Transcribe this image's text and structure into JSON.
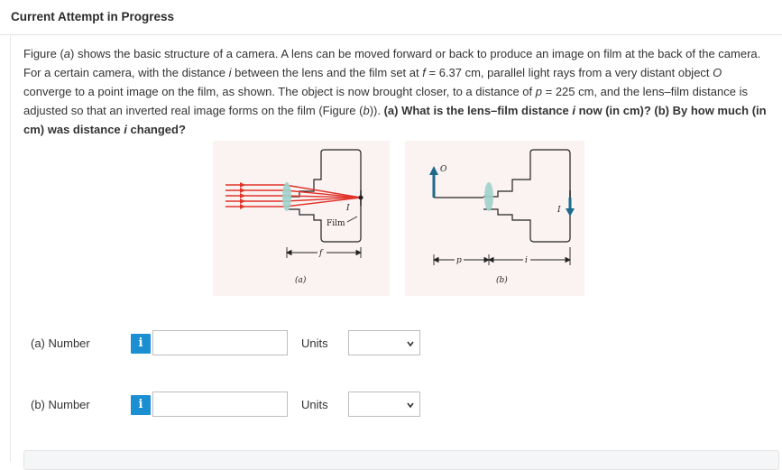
{
  "header": {
    "title": "Current Attempt in Progress"
  },
  "question": {
    "s1": "Figure (",
    "s2": "a",
    "s3": ") shows the basic structure of a camera. A lens can be moved forward or back to produce an image on film at the back of the camera. For a certain camera, with the distance ",
    "s4": "i",
    "s5": " between the lens and the film set at ",
    "s6": "f",
    "s7": " = 6.37 cm, parallel light rays from a very distant object ",
    "s8": "O",
    "s9": " converge to a point image on the film, as shown. The object is now brought closer, to a distance of ",
    "s10": "p",
    "s11": " = 225 cm, and the lens–film distance is adjusted so that an inverted real image forms on the film (Figure (",
    "s12": "b",
    "s13": ")). ",
    "s14": "(a) What is the lens–film distance ",
    "s15": "i",
    "s16": " now (in cm)? ",
    "s17": "(b) By how much (in cm) was distance ",
    "s18": "i",
    "s19": " changed?"
  },
  "figure": {
    "label_a": "(a)",
    "label_b": "(b)",
    "film": "Film",
    "image_I": "I",
    "focal_f": "f",
    "object_O": "O",
    "dist_p": "p",
    "dist_i": "i",
    "ray_color": "#e0342a",
    "lens_color": "#9fd3cb",
    "arrow_color": "#1c6a8c"
  },
  "answers": [
    {
      "label": "(a)   Number",
      "info": "i",
      "value": "",
      "units_label": "Units",
      "units_value": ""
    },
    {
      "label": "(b)   Number",
      "info": "i",
      "value": "",
      "units_label": "Units",
      "units_value": ""
    }
  ]
}
